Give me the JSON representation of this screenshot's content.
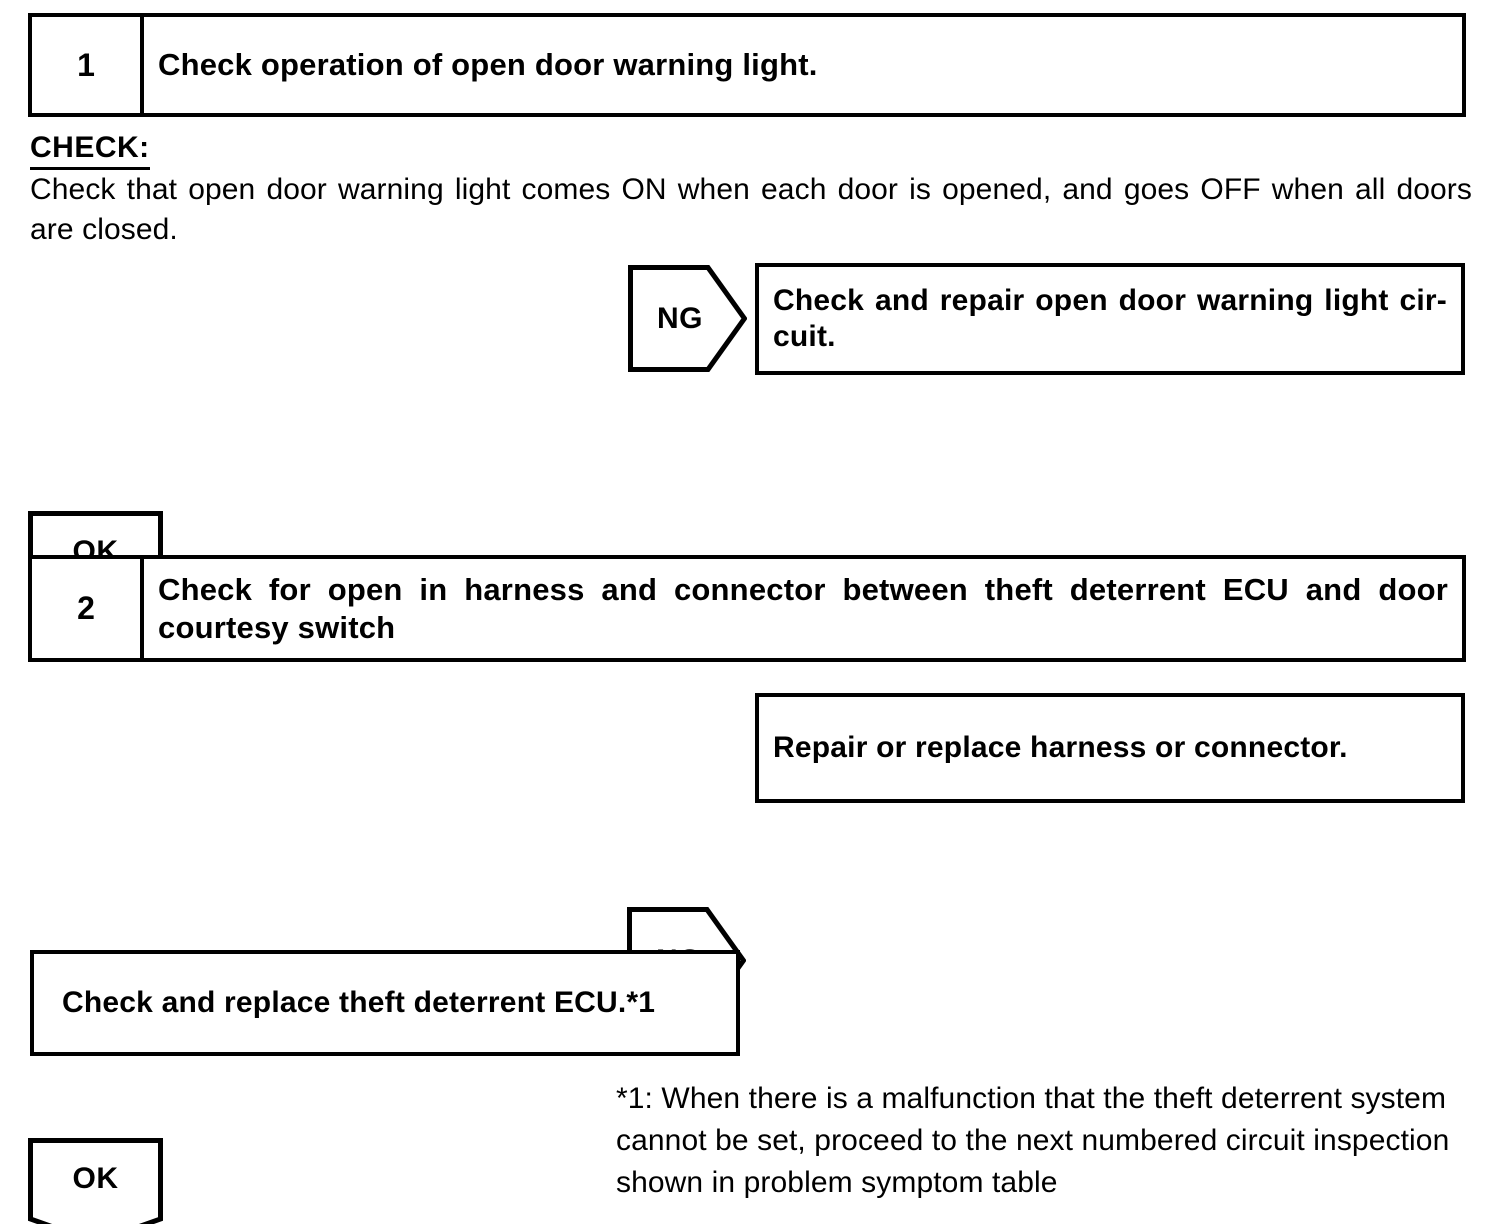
{
  "colors": {
    "ink": "#000000",
    "background": "#ffffff"
  },
  "steps": [
    {
      "number": "1",
      "title_lines": [
        "Check operation of open door warning light."
      ]
    },
    {
      "number": "2",
      "title_lines": [
        "Check for open in harness and connector between theft deterrent ECU and door",
        "courtesy switch"
      ]
    }
  ],
  "check_section": {
    "heading": "CHECK:",
    "body_lines": [
      "Check that open door warning light comes ON when each door is opened, and goes OFF when all doors",
      "are closed."
    ]
  },
  "branches": [
    {
      "label": "NG",
      "result_lines": [
        "Check and repair open door warning light cir-",
        "cuit."
      ]
    },
    {
      "label": "NG",
      "result_lines": [
        "Repair or replace harness or connector."
      ]
    }
  ],
  "ok_markers": [
    {
      "label": "OK"
    },
    {
      "label": "OK"
    }
  ],
  "final_action": {
    "text": "Check and replace theft deterrent ECU.*1"
  },
  "footnote": {
    "lines": [
      "*1: When there is a malfunction that the theft deterrent system",
      "cannot be set, proceed to the next numbered circuit inspection",
      "shown in problem symptom table"
    ]
  }
}
